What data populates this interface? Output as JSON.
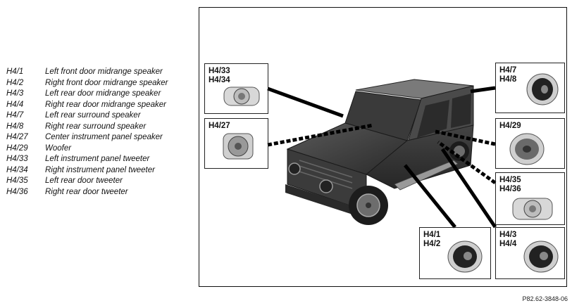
{
  "legend": [
    {
      "code": "H4/1",
      "desc": "Left front door midrange speaker"
    },
    {
      "code": "H4/2",
      "desc": "Right front door midrange speaker"
    },
    {
      "code": "H4/3",
      "desc": "Left rear door midrange speaker"
    },
    {
      "code": "H4/4",
      "desc": "Right rear door midrange speaker"
    },
    {
      "code": "H4/7",
      "desc": "Left rear surround speaker"
    },
    {
      "code": "H4/8",
      "desc": "Right rear surround speaker"
    },
    {
      "code": "H4/27",
      "desc": "Center instrument panel speaker"
    },
    {
      "code": "H4/29",
      "desc": "Woofer"
    },
    {
      "code": "H4/33",
      "desc": "Left instrument panel tweeter"
    },
    {
      "code": "H4/34",
      "desc": "Right instrument panel tweeter"
    },
    {
      "code": "H4/35",
      "desc": "Left rear door tweeter"
    },
    {
      "code": "H4/36",
      "desc": "Right rear door tweeter"
    }
  ],
  "callouts": {
    "h4_33_34": "H4/33\nH4/34",
    "h4_27": "H4/27",
    "h4_7_8": "H4/7\nH4/8",
    "h4_29": "H4/29",
    "h4_35_36": "H4/35\nH4/36",
    "h4_1_2": "H4/1\nH4/2",
    "h4_3_4": "H4/3\nH4/4"
  },
  "figure_id": "P82.62-3848-06"
}
